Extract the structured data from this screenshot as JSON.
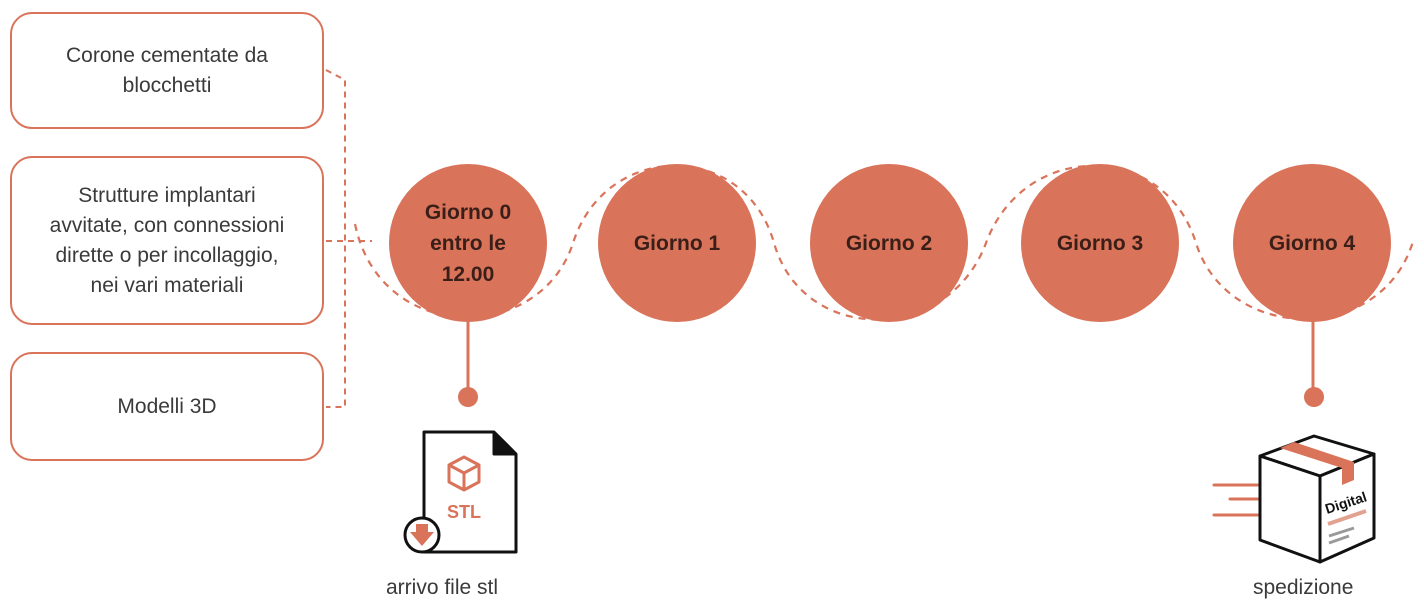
{
  "colors": {
    "accent": "#d9735a",
    "circle_text": "#3a1f18",
    "body_text": "#3a3a3a"
  },
  "products": [
    {
      "lines": [
        "Corone cementate da",
        "blocchetti"
      ]
    },
    {
      "lines": [
        "Strutture implantari",
        "avvitate, con connessioni",
        "dirette o per incollaggio,",
        "nei vari materiali"
      ]
    },
    {
      "lines": [
        "Modelli 3D"
      ]
    }
  ],
  "days": [
    {
      "lines": [
        "Giorno 0",
        "entro le",
        "12.00"
      ]
    },
    {
      "lines": [
        "Giorno 1"
      ]
    },
    {
      "lines": [
        "Giorno 2"
      ]
    },
    {
      "lines": [
        "Giorno 3"
      ]
    },
    {
      "lines": [
        "Giorno 4"
      ]
    }
  ],
  "milestones": {
    "start": {
      "label": "arrivo file stl",
      "icon": "stl-file-icon",
      "file_tag": "STL"
    },
    "end": {
      "label": "spedizione",
      "icon": "shipping-box-icon",
      "box_tag": "Digital"
    }
  }
}
